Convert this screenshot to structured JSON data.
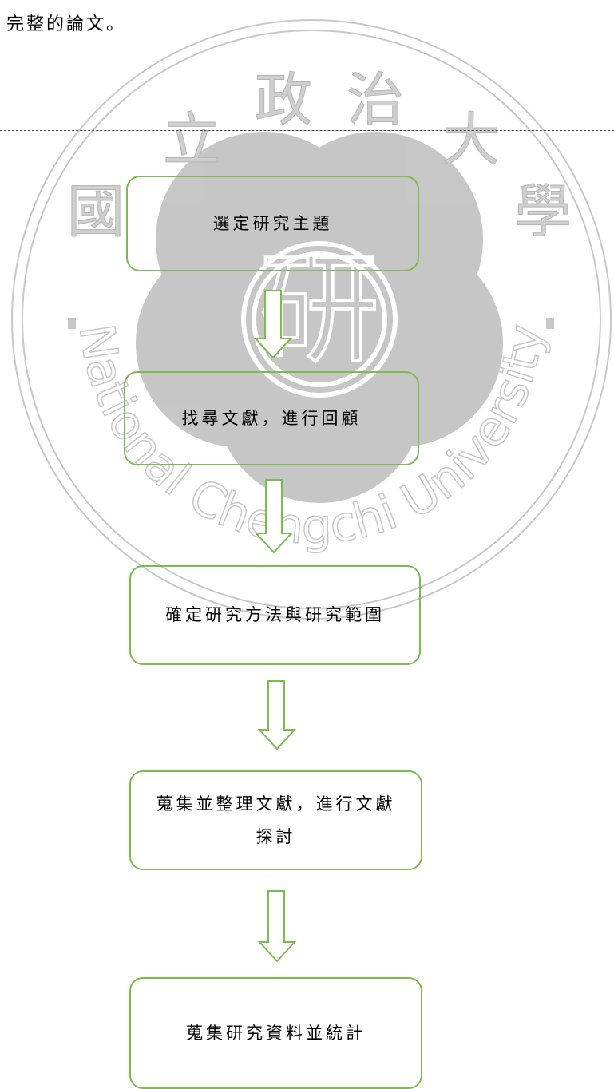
{
  "document": {
    "intro_text": "完整的論文。"
  },
  "watermark": {
    "seal_characters": [
      "國",
      "立",
      "政",
      "治",
      "大",
      "學"
    ],
    "emblem_character": "研",
    "english_name": "National Chengchi University",
    "color": "#c8c8c8"
  },
  "flowchart": {
    "box_border_color": "#7cbb4f",
    "arrow_color": "#7cbb4f",
    "steps": [
      {
        "label": "選定研究主題"
      },
      {
        "label": "找尋文獻，進行回顧"
      },
      {
        "label": "確定研究方法與研究範圍"
      },
      {
        "label": "蒐集並整理文獻，進行文獻探討"
      },
      {
        "label": "蒐集研究資料並統計"
      }
    ]
  }
}
